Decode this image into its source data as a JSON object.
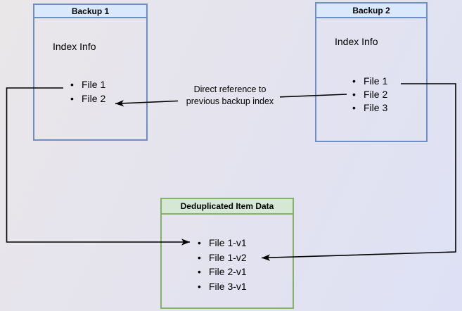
{
  "backup1": {
    "title": "Backup 1",
    "subtitle": "Index Info",
    "items": [
      "File 1",
      "File 2"
    ]
  },
  "backup2": {
    "title": "Backup 2",
    "subtitle": "Index Info",
    "items": [
      "File 1",
      "File 2",
      "File 3"
    ]
  },
  "dedup": {
    "title": "Deduplicated Item Data",
    "items": [
      "File 1-v1",
      "File 1-v2",
      "File 2-v1",
      "File 3-v1"
    ]
  },
  "arrow_label": {
    "line1": "Direct reference to",
    "line2": "previous backup index"
  },
  "icons": {
    "bullet": "•",
    "arrowhead": "classic-filled-arrowhead"
  },
  "colors": {
    "blue_fill": "#dae8fc",
    "blue_border": "#6f8ec1",
    "green_fill": "#d5e8d4",
    "green_border": "#82b366",
    "connector": "#000000",
    "text": "#000000"
  }
}
